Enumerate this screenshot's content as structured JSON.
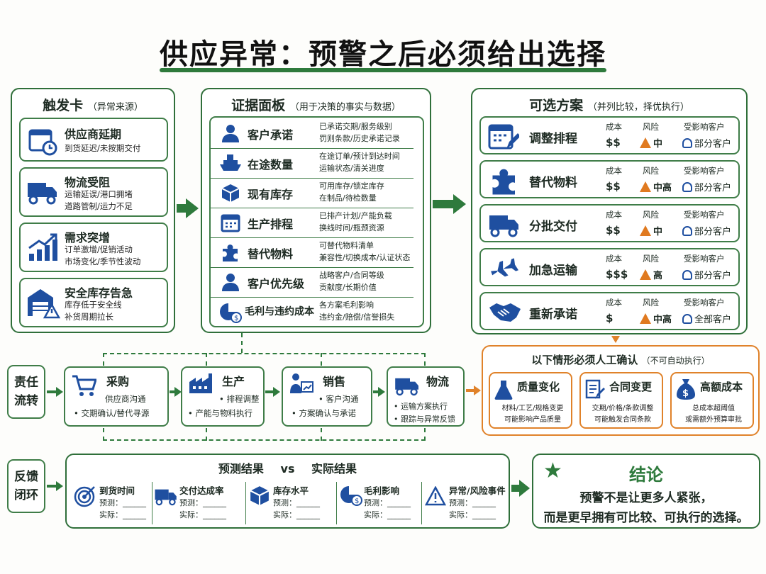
{
  "title": "供应异常：预警之后必须给出选择",
  "trigger": {
    "heading": "触发卡",
    "sub": "（异常来源）",
    "cards": [
      {
        "title": "供应商延期",
        "desc1": "到货延迟/未按期交付",
        "desc2": "",
        "icon": "calendar-clock-icon"
      },
      {
        "title": "物流受阻",
        "desc1": "运输延误/港口拥堵",
        "desc2": "道路管制/运力不足",
        "icon": "truck-icon"
      },
      {
        "title": "需求突增",
        "desc1": "订单激增/促销活动",
        "desc2": "市场变化/季节性波动",
        "icon": "chart-up-icon"
      },
      {
        "title": "安全库存告急",
        "desc1": "库存低于安全线",
        "desc2": "补货周期拉长",
        "icon": "warehouse-alert-icon"
      }
    ]
  },
  "evidence": {
    "heading": "证据面板",
    "sub": "（用于决策的事实与数据）",
    "rows": [
      {
        "title": "客户承诺",
        "d1": "已承诺交期/服务级别",
        "d2": "罚则条款/历史承诺记录"
      },
      {
        "title": "在途数量",
        "d1": "在途订单/预计到达时间",
        "d2": "运输状态/清关进度"
      },
      {
        "title": "现有库存",
        "d1": "可用库存/锁定库存",
        "d2": "在制品/待检数量"
      },
      {
        "title": "生产排程",
        "d1": "已排产计划/产能负载",
        "d2": "换线时间/瓶颈资源"
      },
      {
        "title": "替代物料",
        "d1": "可替代物料清单",
        "d2": "兼容性/切换成本/认证状态"
      },
      {
        "title": "客户优先级",
        "d1": "战略客户/合同等级",
        "d2": "贡献度/长期价值"
      },
      {
        "title": "毛利与违约成本",
        "d1": "各方案毛利影响",
        "d2": "违约金/赔偿/信誉损失"
      }
    ]
  },
  "options": {
    "heading": "可选方案",
    "sub": "（并列比较，择优执行）",
    "labels": {
      "cost": "成本",
      "risk": "风险",
      "customer": "受影响客户"
    },
    "items": [
      {
        "title": "调整排程",
        "cost": "$$",
        "risk": "中",
        "customer": "部分客户"
      },
      {
        "title": "替代物料",
        "cost": "$$",
        "risk": "中高",
        "customer": "部分客户"
      },
      {
        "title": "分批交付",
        "cost": "$$",
        "risk": "中",
        "customer": "部分客户"
      },
      {
        "title": "加急运输",
        "cost": "$$$",
        "risk": "高",
        "customer": "部分客户"
      },
      {
        "title": "重新承诺",
        "cost": "$",
        "risk": "中高",
        "customer": "全部客户"
      }
    ]
  },
  "manual": {
    "heading": "以下情形必须人工确认",
    "sub": "（不可自动执行）",
    "items": [
      {
        "title": "质量变化",
        "d1": "材料/工艺/规格变更",
        "d2": "可能影响产品质量"
      },
      {
        "title": "合同变更",
        "d1": "交期/价格/条款调整",
        "d2": "可能触发合同条款"
      },
      {
        "title": "高额成本",
        "d1": "总成本超阈值",
        "d2": "或需额外预算审批"
      }
    ]
  },
  "responsibility": {
    "label1": "责任",
    "label2": "流转",
    "steps": [
      {
        "title": "采购",
        "d1": "供应商沟通",
        "d2": "交期确认/替代寻源"
      },
      {
        "title": "生产",
        "d1": "排程调整",
        "d2": "产能与物料执行"
      },
      {
        "title": "销售",
        "d1": "客户沟通",
        "d2": "方案确认与承诺"
      },
      {
        "title": "物流",
        "d1": "运输方案执行",
        "d2": "跟踪与异常反馈"
      }
    ]
  },
  "feedback": {
    "label1": "反馈",
    "label2": "闭环",
    "heading_left": "预测结果",
    "vs": "vs",
    "heading_right": "实际结果",
    "predict": "预测：",
    "actual": "实际：",
    "blank": "______",
    "items": [
      {
        "title": "到货时间"
      },
      {
        "title": "交付达成率"
      },
      {
        "title": "库存水平"
      },
      {
        "title": "毛利影响"
      },
      {
        "title": "异常/风险事件"
      }
    ]
  },
  "conclusion": {
    "heading": "结论",
    "line1": "预警不是让更多人紧张，",
    "line2": "而是更早拥有可比较、可执行的选择。"
  },
  "colors": {
    "green": "#2e7a3c",
    "blue": "#1f4fa0",
    "orange": "#e0822a"
  }
}
